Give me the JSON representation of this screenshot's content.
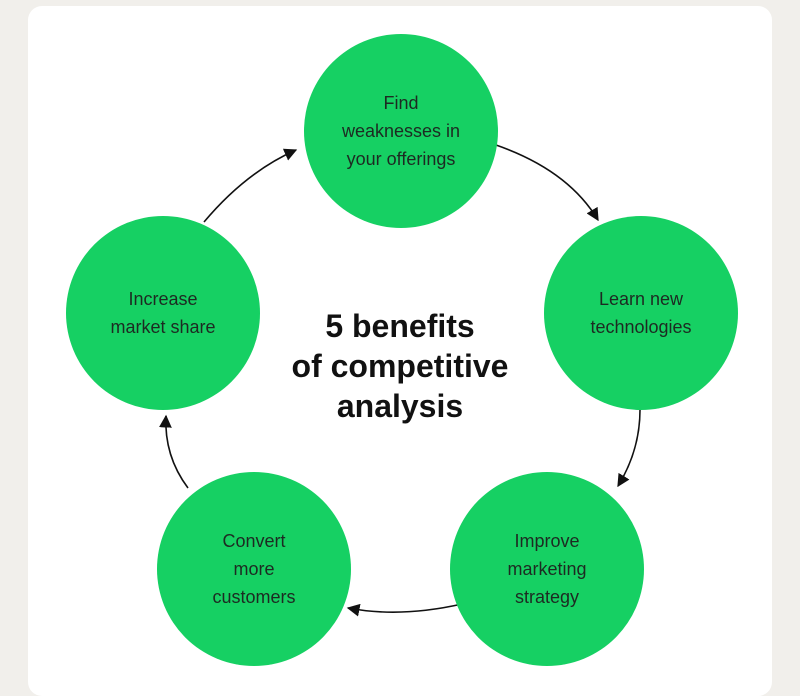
{
  "title": "5 benefits\nof competitive\nanalysis",
  "colors": {
    "background": "#f1efeb",
    "card": "#ffffff",
    "node_fill": "#16d063",
    "node_text": "#1d2a22",
    "title_text": "#111111",
    "arrow": "#111111"
  },
  "benefits": [
    {
      "label": "Find\nweaknesses in\nyour offerings"
    },
    {
      "label": "Learn new\ntechnologies"
    },
    {
      "label": "Improve\nmarketing\nstrategy"
    },
    {
      "label": "Convert\nmore\ncustomers"
    },
    {
      "label": "Increase\nmarket share"
    }
  ]
}
